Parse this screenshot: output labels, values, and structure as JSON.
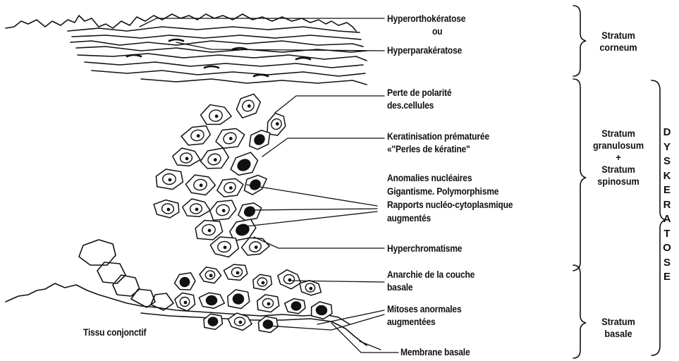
{
  "labels": {
    "hyperortho": "Hyperorthokératose",
    "ou": "ou",
    "hyperpara": "Hyperparakératose",
    "perte": "Perte de polarité",
    "perte2": "des.cellules",
    "kerat": "Keratinisation prématurée",
    "kerat2": "«\"Perles de kératine\"",
    "anom1": "Anomalies nucléaires",
    "anom2": "Gigantisme. Polymorphisme",
    "anom3": "Rapports nucléo-cytoplasmique",
    "anom4": "augmentés",
    "hyperchrom": "Hyperchromatisme",
    "anarchie1": "Anarchie de la couche",
    "anarchie2": "basale",
    "mitoses1": "Mitoses anormales",
    "mitoses2": "augmentées",
    "membrane": "Membrane basale",
    "tissu": "Tissu conjonctif"
  },
  "zones": {
    "corneum1": "Stratum",
    "corneum2": "corneum",
    "granulosum1": "Stratum",
    "granulosum2": "granulosum",
    "plus": "+",
    "spinosum1": "Stratum",
    "spinosum2": "spinosum",
    "basale1": "Stratum",
    "basale2": "basale"
  },
  "vertical_word": [
    "D",
    "Y",
    "S",
    "K",
    "E",
    "R",
    "A",
    "T",
    "O",
    "S",
    "E"
  ]
}
